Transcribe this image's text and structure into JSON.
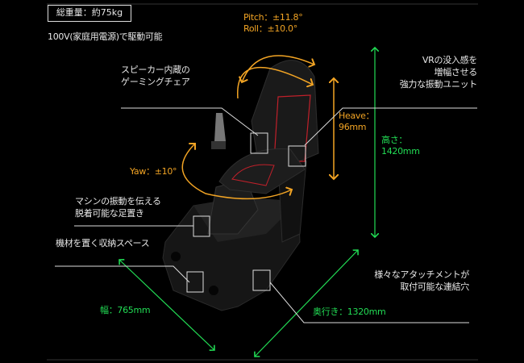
{
  "weight_label": "総重量：約75kg",
  "power_note": "100V(家庭用電源)で駆動可能",
  "motion": {
    "pitch": "Pitch：±11.8°",
    "roll": "Roll：±10.0°",
    "yaw": "Yaw：±10°",
    "heave_label": "Heave：",
    "heave_value": "96mm"
  },
  "dimensions": {
    "height_label": "高さ：",
    "height_value": "1420mm",
    "width": "幅：765mm",
    "depth": "奥行き：1320mm"
  },
  "callouts": {
    "chair": [
      "スピーカー内蔵の",
      "ゲーミングチェア"
    ],
    "vibration_unit": [
      "VRの没入感を",
      "増幅させる",
      "強力な振動ユニット"
    ],
    "footrest": [
      "マシンの振動を伝える",
      "脱着可能な足置き"
    ],
    "storage": [
      "機材を置く収納スペース"
    ],
    "attachment": [
      "様々なアタッチメントが",
      "取付可能な連結穴"
    ]
  },
  "colors": {
    "orange": "#f2a424",
    "green": "#22dd55",
    "background": "#000000"
  }
}
